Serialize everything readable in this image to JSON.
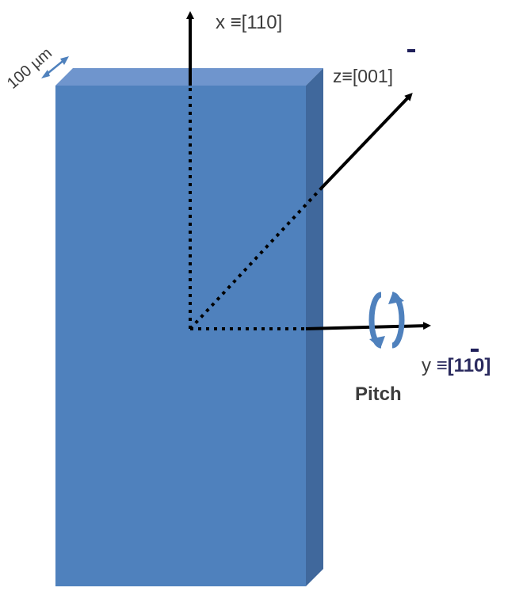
{
  "colors": {
    "crystal_front": "#4f81bd",
    "crystal_top": "#6f95cd",
    "crystal_side": "#40689c",
    "axis": "#000000",
    "pitch_arrow": "#4f81bd",
    "y_label": "#2a2a5e",
    "bar_mark": "#1f1f5a",
    "thickness_arrow": "#4f81bd"
  },
  "labels": {
    "thickness": "100 µm",
    "x_axis": "x ≡[110]",
    "z_axis": "z≡[001]",
    "y_axis_prefix": "y ",
    "y_axis_index": "≡[110]",
    "pitch": "Pitch"
  },
  "icons": {
    "pitch_rotation": "circular-rotation-arrows-icon",
    "thickness": "double-headed-arrow-icon"
  }
}
